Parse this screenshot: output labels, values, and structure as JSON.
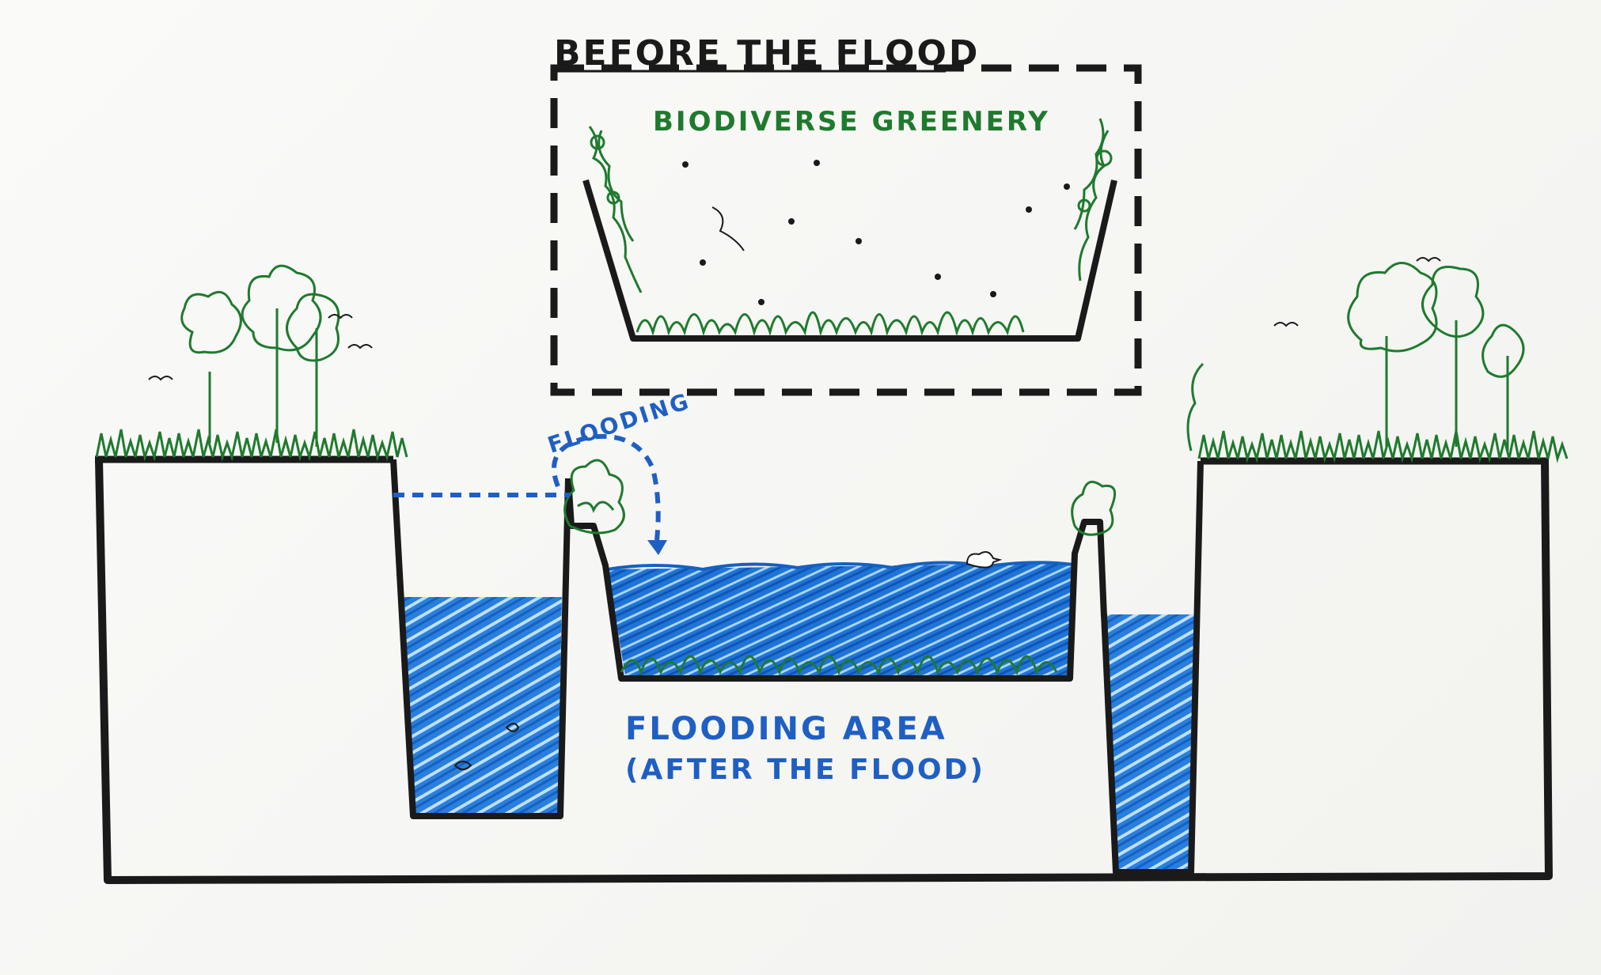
{
  "labels": {
    "before_flood": "BEFORE THE FLOOD",
    "biodiverse_greenery": "BIODIVERSE GREENERY",
    "flooding": "FLOODING",
    "flooding_area": "FLOODING AREA",
    "after_flood": "(AFTER THE FLOOD)"
  },
  "colors": {
    "ink": "#1a1a1a",
    "green": "#1f7a2e",
    "water": "#1e6fd0",
    "water_light": "#6fb3ee",
    "label_blue": "#1f5fc4"
  }
}
